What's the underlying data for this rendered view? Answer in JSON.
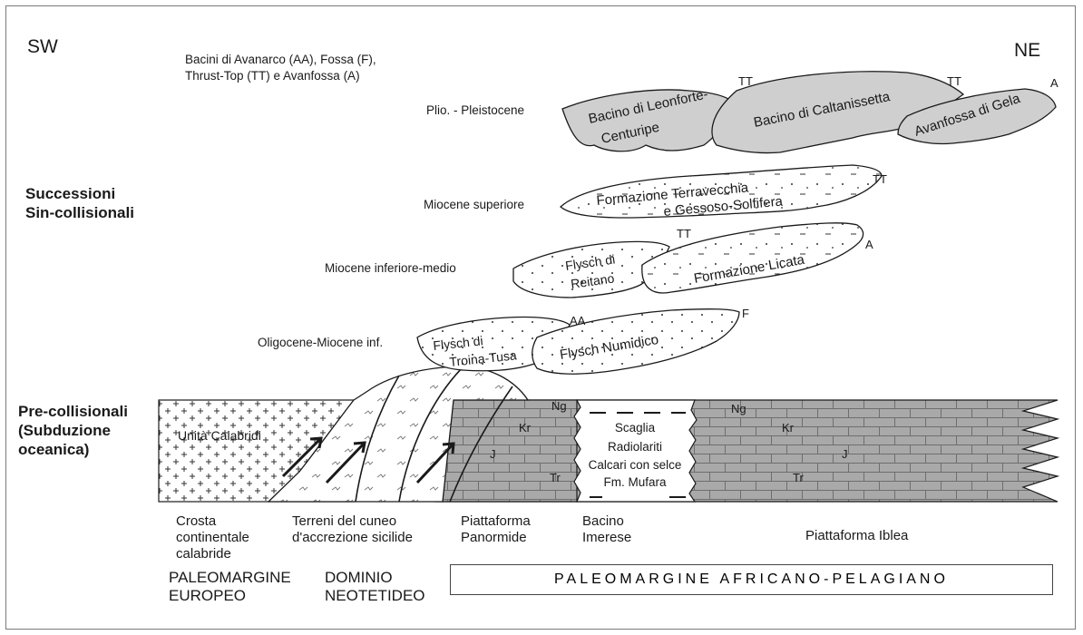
{
  "header": {
    "sw": "SW",
    "ne": "NE",
    "basins_line1": "Bacini di Avanarco (AA), Fossa (F),",
    "basins_line2": "Thrust-Top (TT) e Avanfossa (A)"
  },
  "sections": {
    "sin_line1": "Successioni",
    "sin_line2": "Sin-collisionali",
    "pre_line1": "Pre-collisionali",
    "pre_line2": "(Subduzione",
    "pre_line3": "oceanica)"
  },
  "ages": {
    "plio": "Plio. - Pleistocene",
    "mio_sup": "Miocene superiore",
    "mio_inf_medio": "Miocene inferiore-medio",
    "oligo": "Oligocene-Miocene inf."
  },
  "bodies": {
    "leonforte_1": "Bacino di Leonforte-",
    "leonforte_2": "Centuripe",
    "caltanissetta": "Bacino di Caltanissetta",
    "gela": "Avanfossa di Gela",
    "terravecchia_1": "Formazione Terravecchia",
    "terravecchia_2": "e Gessoso-Solfifera",
    "reitano_1": "Flysch di",
    "reitano_2": "Reitano",
    "licata": "Formazione Licata",
    "troina_1": "Flysch di",
    "troina_2": "Troina-Tusa",
    "numidico": "Flysch Numidico"
  },
  "tags": {
    "tt": "TT",
    "a": "A",
    "aa": "AA",
    "f": "F"
  },
  "strata": {
    "calabridi": "Unità Calabridi",
    "ng": "Ng",
    "kr": "Kr",
    "j": "J",
    "tr": "Tr",
    "scaglia": "Scaglia",
    "radiolariti": "Radiolariti",
    "calcari": "Calcari con selce",
    "mufara": "Fm. Mufara"
  },
  "domains": {
    "crosta_1": "Crosta",
    "crosta_2": "continentale",
    "crosta_3": "calabride",
    "terreni_1": "Terreni del cuneo",
    "terreni_2": "d'accrezione sicilide",
    "panormide_1": "Piattaforma",
    "panormide_2": "Panormide",
    "imerese_1": "Bacino",
    "imerese_2": "Imerese",
    "iblea": "Piattaforma Iblea"
  },
  "paleomargins": {
    "europeo_1": "PALEOMARGINE",
    "europeo_2": "EUROPEO",
    "neotetideo_1": "DOMINIO",
    "neotetideo_2": "NEOTETIDEO",
    "africano": "PALEOMARGINE AFRICANO-PELAGIANO"
  },
  "colors": {
    "basin_fill": "#cfcfcf",
    "platform_fill": "#a9a9a9",
    "outline": "#1a1a1a"
  }
}
